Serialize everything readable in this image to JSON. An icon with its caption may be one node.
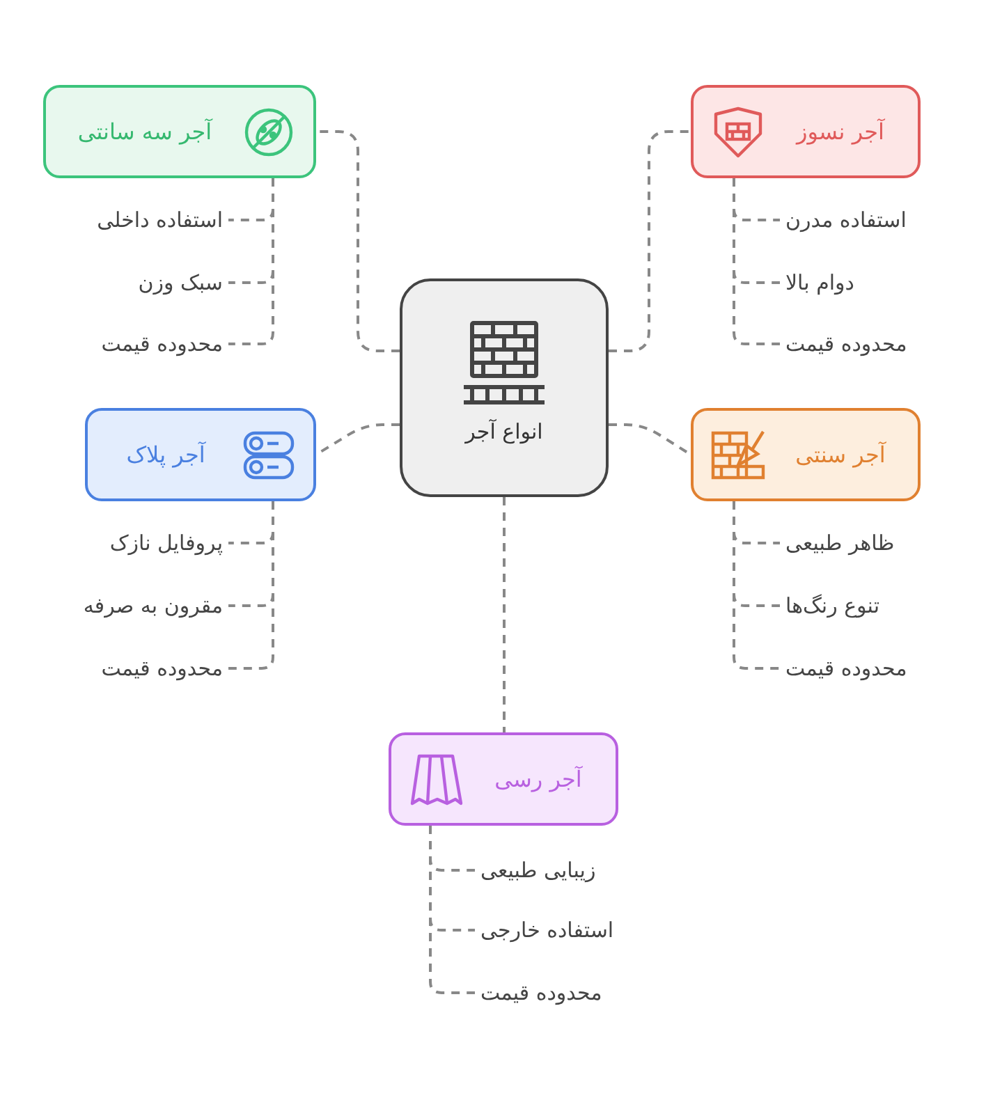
{
  "diagram": {
    "nodes": [
      {
        "text": [
          "انواع آجر"
        ]
      },
      {
        "text": [
          "آجر سه سانتی"
        ]
      },
      {
        "text": [
          "آجر نسوز"
        ]
      },
      {
        "text": [
          "آجر پلاک"
        ]
      },
      {
        "text": [
          "آجر سنتی"
        ]
      },
      {
        "text": [
          "آجر رسی"
        ]
      },
      {
        "text": [
          "استفاده داخلی"
        ]
      },
      {
        "text": [
          "سبک وزن"
        ]
      },
      {
        "text": [
          "محدوده قیمت"
        ]
      },
      {
        "text": [
          "استفاده مدرن"
        ]
      },
      {
        "text": [
          "دوام بالا"
        ]
      },
      {
        "text": [
          "محدوده قیمت"
        ]
      },
      {
        "text": [
          "پروفایل نازک"
        ]
      },
      {
        "text": [
          "مقرون به صرفه"
        ]
      },
      {
        "text": [
          "محدوده قیمت"
        ]
      },
      {
        "text": [
          "ظاهر طبیعی"
        ]
      },
      {
        "text": [
          "تنوع رنگ‌ها"
        ]
      },
      {
        "text": [
          "محدوده قیمت"
        ]
      },
      {
        "text": [
          "زیبایی طبیعی"
        ]
      },
      {
        "text": [
          "استفاده خارجی"
        ]
      },
      {
        "text": [
          "محدوده قیمت"
        ]
      }
    ],
    "edges": [
      {
        "from": 0,
        "to": 1,
        "arrow": "none"
      },
      {
        "from": 0,
        "to": 2,
        "arrow": "none"
      },
      {
        "from": 0,
        "to": 3,
        "arrow": "none"
      },
      {
        "from": 0,
        "to": 4,
        "arrow": "none"
      },
      {
        "from": 0,
        "to": 5,
        "arrow": "none"
      },
      {
        "from": 1,
        "to": 6,
        "arrow": "none"
      },
      {
        "from": 1,
        "to": 7,
        "arrow": "none"
      },
      {
        "from": 1,
        "to": 8,
        "arrow": "none"
      },
      {
        "from": 2,
        "to": 9,
        "arrow": "none"
      },
      {
        "from": 2,
        "to": 10,
        "arrow": "none"
      },
      {
        "from": 2,
        "to": 11,
        "arrow": "none"
      },
      {
        "from": 3,
        "to": 12,
        "arrow": "none"
      },
      {
        "from": 3,
        "to": 13,
        "arrow": "none"
      },
      {
        "from": 3,
        "to": 14,
        "arrow": "none"
      },
      {
        "from": 4,
        "to": 15,
        "arrow": "none"
      },
      {
        "from": 4,
        "to": 16,
        "arrow": "none"
      },
      {
        "from": 4,
        "to": 17,
        "arrow": "none"
      },
      {
        "from": 5,
        "to": 18,
        "arrow": "none"
      },
      {
        "from": 5,
        "to": 19,
        "arrow": "none"
      },
      {
        "from": 5,
        "to": 20,
        "arrow": "none"
      }
    ]
  }
}
